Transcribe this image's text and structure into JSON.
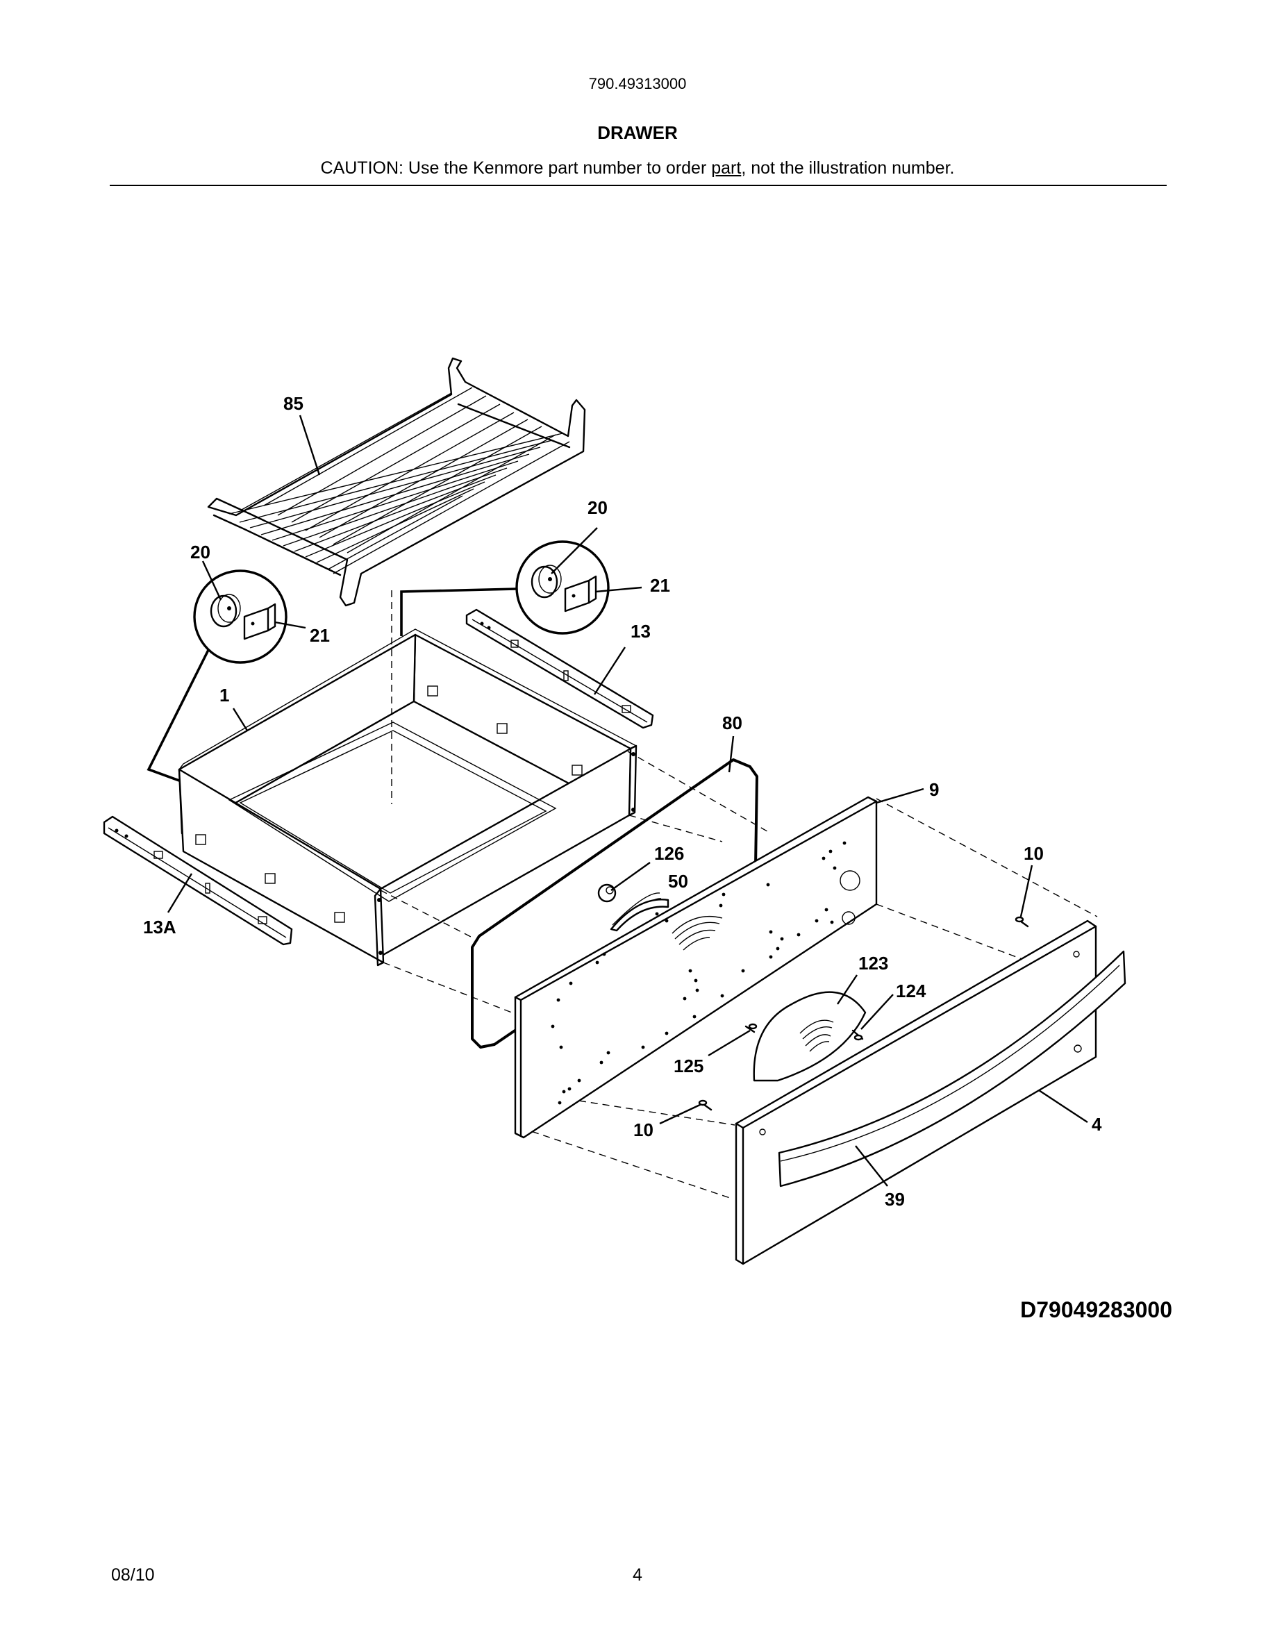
{
  "header": {
    "model_number": "790.49313000",
    "section_title": "DRAWER",
    "caution_prefix": "CAUTION: Use the Kenmore part number to order ",
    "caution_underlined": "part",
    "caution_suffix": ", not the illustration number."
  },
  "diagram": {
    "code": "D79049283000",
    "callouts": {
      "c85": "85",
      "c20_left": "20",
      "c20_right": "20",
      "c21_left": "21",
      "c21_right": "21",
      "c13": "13",
      "c1": "1",
      "c13A": "13A",
      "c80": "80",
      "c9": "9",
      "c126": "126",
      "c50": "50",
      "c10_top": "10",
      "c123": "123",
      "c124": "124",
      "c125": "125",
      "c10_bottom": "10",
      "c4": "4",
      "c39": "39"
    }
  },
  "footer": {
    "date": "08/10",
    "page_number": "4"
  }
}
